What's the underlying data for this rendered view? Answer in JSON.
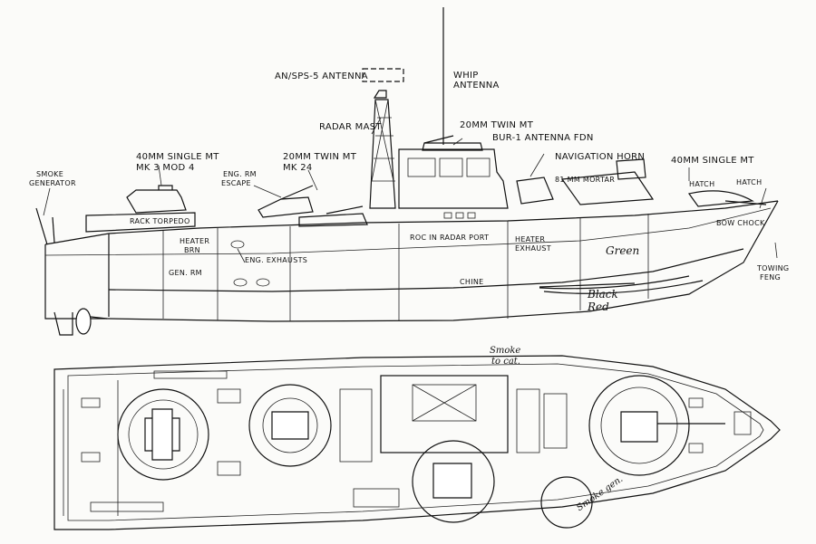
{
  "labels": {
    "antenna_sps5": "AN/SPS-5 ANTENNA",
    "whip": "WHIP",
    "whip2": "ANTENNA",
    "radar_mast": "RADAR MAST",
    "twin20_top": "20MM TWIN MT",
    "bur1": "BUR-1 ANTENNA FDN",
    "single40_a1": "40MM SINGLE MT",
    "single40_a2": "MK 3  MOD 4",
    "twin20_b1": "20MM TWIN MT",
    "twin20_b2": "MK 24",
    "smoke1": "SMOKE",
    "smoke2": "GENERATOR",
    "eng_rm1": "ENG. RM",
    "eng_rm2": "ESCAPE",
    "torpedo": "RACK TORPEDO",
    "heater1": "HEATER",
    "heater2": "BRN",
    "gen_rm": "GEN. RM",
    "eng_exhausts": "ENG. EXHAUSTS",
    "nav_horn": "NAVIGATION HORN",
    "mortar": "81 MM MORTAR",
    "single40_b": "40MM SINGLE MT",
    "hatch1": "HATCH",
    "hatch2": "HATCH",
    "bow_chock": "BOW CHOCK",
    "towing1": "TOWING",
    "towing2": "FENG",
    "radar_port": "ROC IN RADAR PORT",
    "heater_exhaust1": "HEATER",
    "heater_exhaust2": "EXHAUST",
    "chine": "CHINE",
    "green": "Green",
    "black": "Black",
    "red": "Red",
    "smoke_gen_top1": "Smoke",
    "smoke_gen_top2": "to cat.",
    "smoke_gen_bot": "Smoke gen."
  }
}
